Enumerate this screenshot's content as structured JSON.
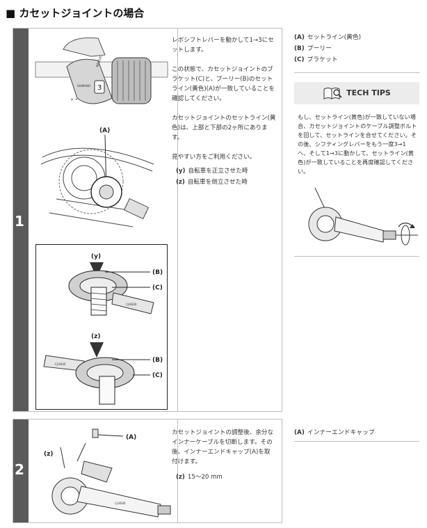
{
  "heading": "■ カセットジョイントの場合",
  "step1": {
    "number": "1",
    "text": [
      "レボシフトレバーを動かして1→3にセットします。",
      "この状態で、カセットジョイントのブラケット(C)と、プーリー(B)のセットライン(黄色)(A)が一致していることを確認してください。",
      "カセットジョイントのセットライン(黄色)は、上部と下部の2ヶ所にあります。",
      "見やすい方をご利用ください。"
    ],
    "bullets": [
      {
        "key": "(y)",
        "text": "自転車を正立させた時"
      },
      {
        "key": "(z)",
        "text": "自転車を倒立させた時"
      }
    ],
    "legend": [
      {
        "key": "(A)",
        "text": "セットライン(黄色)"
      },
      {
        "key": "(B)",
        "text": "プーリー"
      },
      {
        "key": "(C)",
        "text": "ブラケット"
      }
    ],
    "tips_title": "TECH TIPS",
    "tips_text": "もし、セットライン(黄色)が一致していない場合、カセットジョイントのケーブル調整ボルトを回して、セットラインを合せてください。その後、シフティングレバーをもう一度3→1へ、そして1→3に動かして、セットライン(黄色)が一致していることを再度確認してください。",
    "image_labels": {
      "a": "(A)",
      "y": "(y)",
      "b1": "(B)",
      "c1": "(C)",
      "z": "(z)",
      "b2": "(B)",
      "c2": "(C)",
      "lever_brand": "NEXUS",
      "lever_maker": "SHIMANO",
      "lever_gear": "3",
      "joint_brand": "CJ-8S40"
    }
  },
  "step2": {
    "number": "2",
    "text": "カセットジョイントの調整後、余分なインナーケーブルを切断します。その後、インナーエンドキャップ(A)を取付けます。",
    "bullet": {
      "key": "(z)",
      "text": "15〜20 mm"
    },
    "legend": {
      "key": "(A)",
      "text": "インナーエンドキャップ"
    },
    "image_labels": {
      "a": "(A)",
      "z": "(z)",
      "joint_brand": "CJ-8S40"
    }
  }
}
